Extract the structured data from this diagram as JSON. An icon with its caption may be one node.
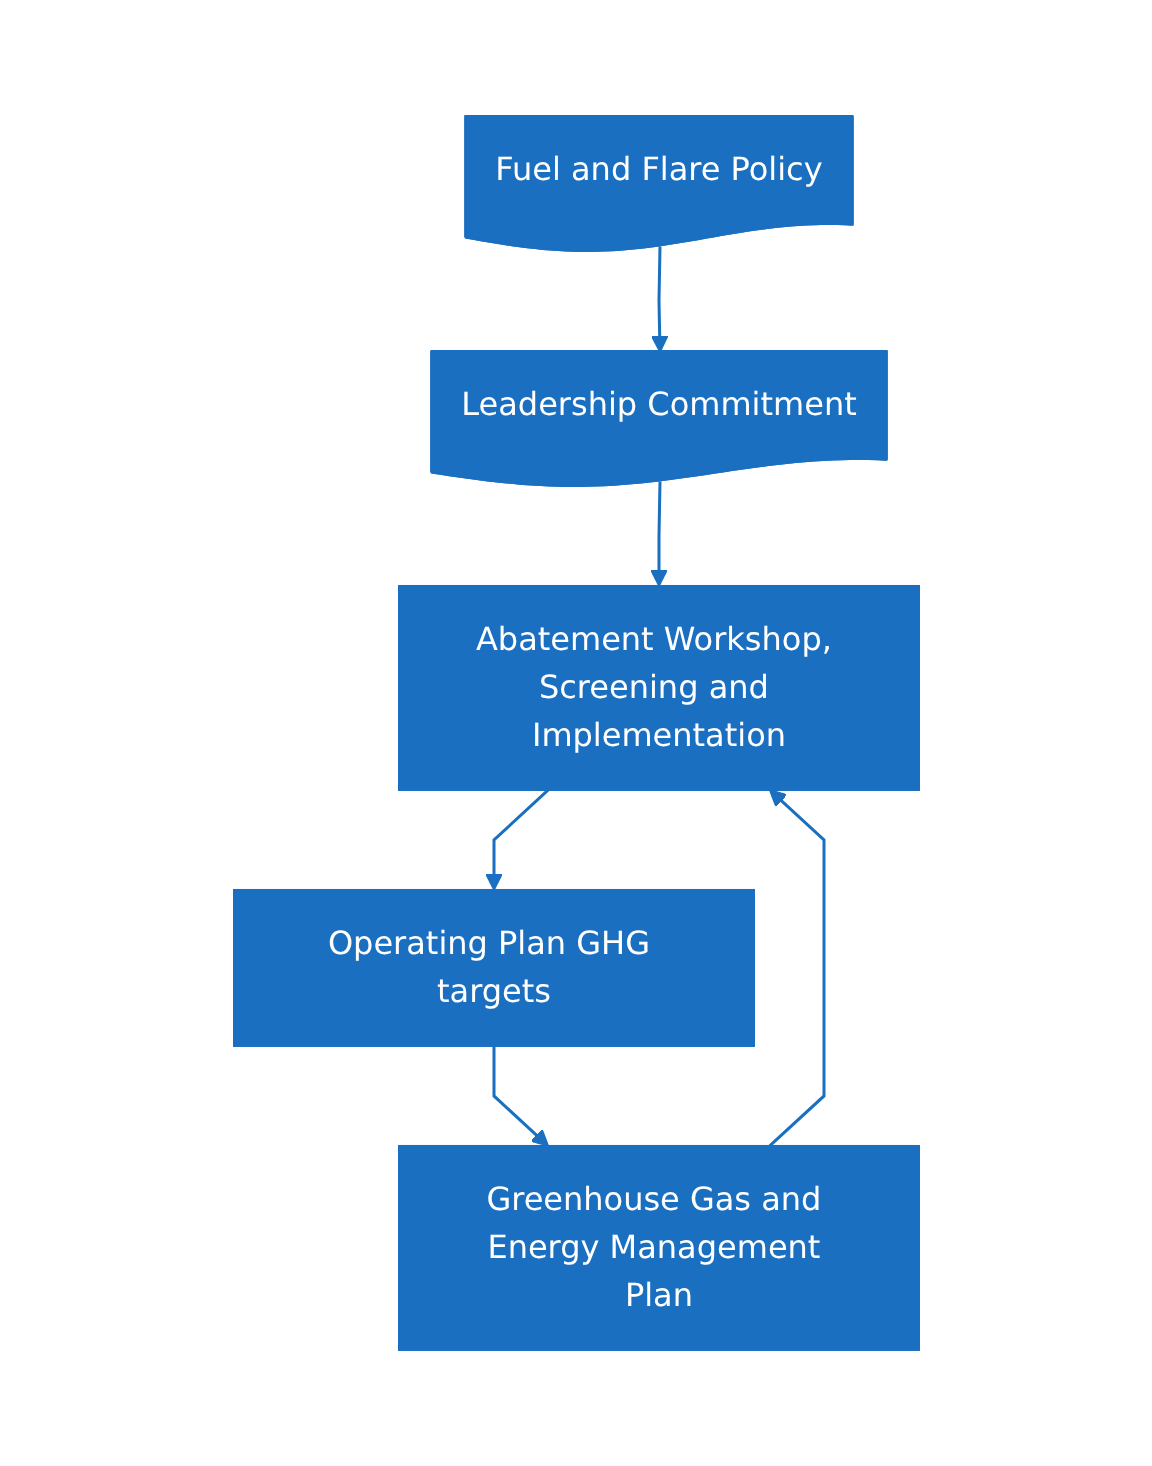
{
  "diagram": {
    "nodes": [
      {
        "text": [
          "Fuel and Flare Policy"
        ]
      },
      {
        "text": [
          "Leadership Commitment"
        ]
      },
      {
        "text": [
          "Greenhouse Gas and Energy Management Plan"
        ]
      },
      {
        "text": [
          "Abatement Workshop, Screening and Implementation"
        ]
      },
      {
        "text": [
          "Operating Plan GHG targets"
        ]
      }
    ],
    "edges": [
      {
        "from": 0,
        "to": 1,
        "arrow": "to"
      },
      {
        "from": 1,
        "to": 3,
        "arrow": "to"
      },
      {
        "from": 2,
        "to": 3,
        "arrow": "to"
      },
      {
        "from": 3,
        "to": 4,
        "arrow": "to"
      },
      {
        "from": 4,
        "to": 2,
        "arrow": "to"
      }
    ]
  }
}
